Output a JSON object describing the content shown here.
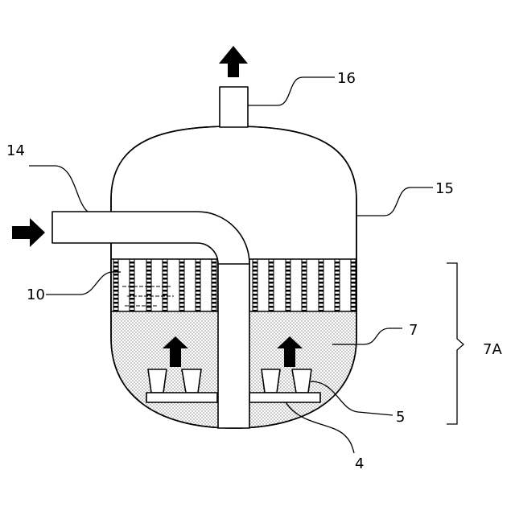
{
  "labels": {
    "outlet_pipe": "16",
    "inlet_pipe": "14",
    "vessel": "15",
    "tube_section": "10",
    "bed": "7",
    "section_bracket": "7A",
    "cups": "5",
    "plate": "4"
  }
}
